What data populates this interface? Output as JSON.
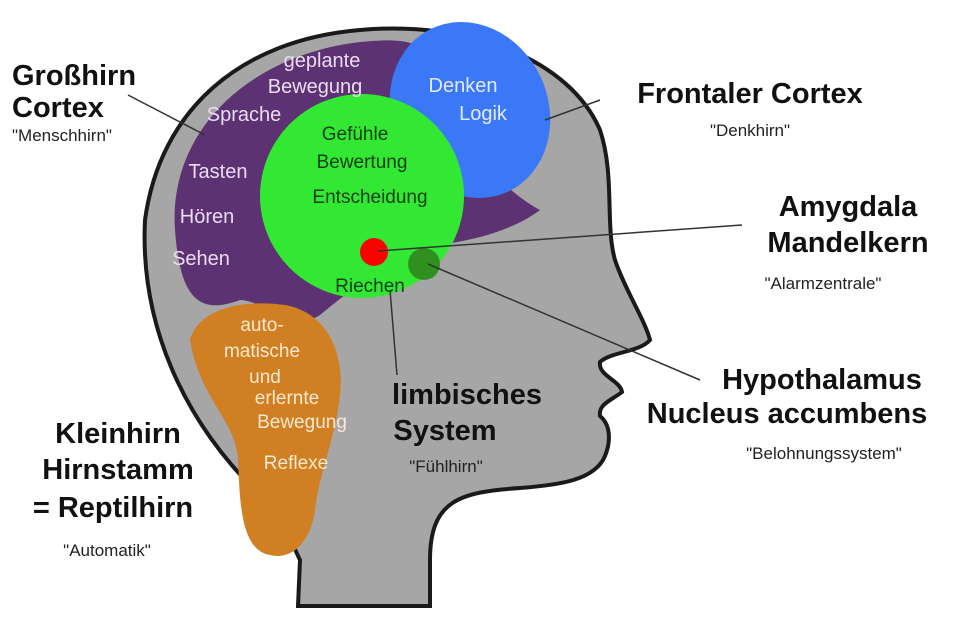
{
  "colors": {
    "head_fill": "#a6a6a6",
    "head_stroke": "#1a1a1a",
    "cortex": "#5d3272",
    "frontal": "#3a78f7",
    "limbic": "#33e833",
    "amygdala": "#ff0000",
    "hypothalamus": "#2f8f1f",
    "cerebellum": "#d07f22",
    "cortex_text": "#eadcf2",
    "frontal_text": "#e3ecff",
    "limbic_text": "#0f3f0f",
    "cerebellum_text": "#fbe9cf"
  },
  "labels": {
    "grosshirn": {
      "line1": "Großhirn",
      "line2": "Cortex",
      "sub": "\"Menschhirn\""
    },
    "frontal": {
      "title": "Frontaler Cortex",
      "sub": "\"Denkhirn\""
    },
    "amygdala": {
      "line1": "Amygdala",
      "line2": "Mandelkern",
      "sub": "\"Alarmzentrale\""
    },
    "hypothalamus": {
      "line1": "Hypothalamus",
      "line2": "Nucleus accumbens",
      "sub": "\"Belohnungssystem\""
    },
    "limbic": {
      "line1": "limbisches",
      "line2": "System",
      "sub": "\"Fühlhirn\""
    },
    "kleinhirn": {
      "line1": "Kleinhirn",
      "line2": "Hirnstamm",
      "line3": "= Reptilhirn",
      "sub": "\"Automatik\""
    }
  },
  "regions": {
    "cortex_words": [
      "geplante",
      "Bewegung",
      "Sprache",
      "Tasten",
      "Hören",
      "Sehen"
    ],
    "frontal_words": [
      "Denken",
      "Logik"
    ],
    "limbic_words": [
      "Gefühle",
      "Bewertung",
      "Entscheidung",
      "Riechen"
    ],
    "cerebellum_words": [
      "auto-",
      "matische",
      "und",
      "erlernte",
      "Bewegung",
      "Reflexe"
    ]
  }
}
